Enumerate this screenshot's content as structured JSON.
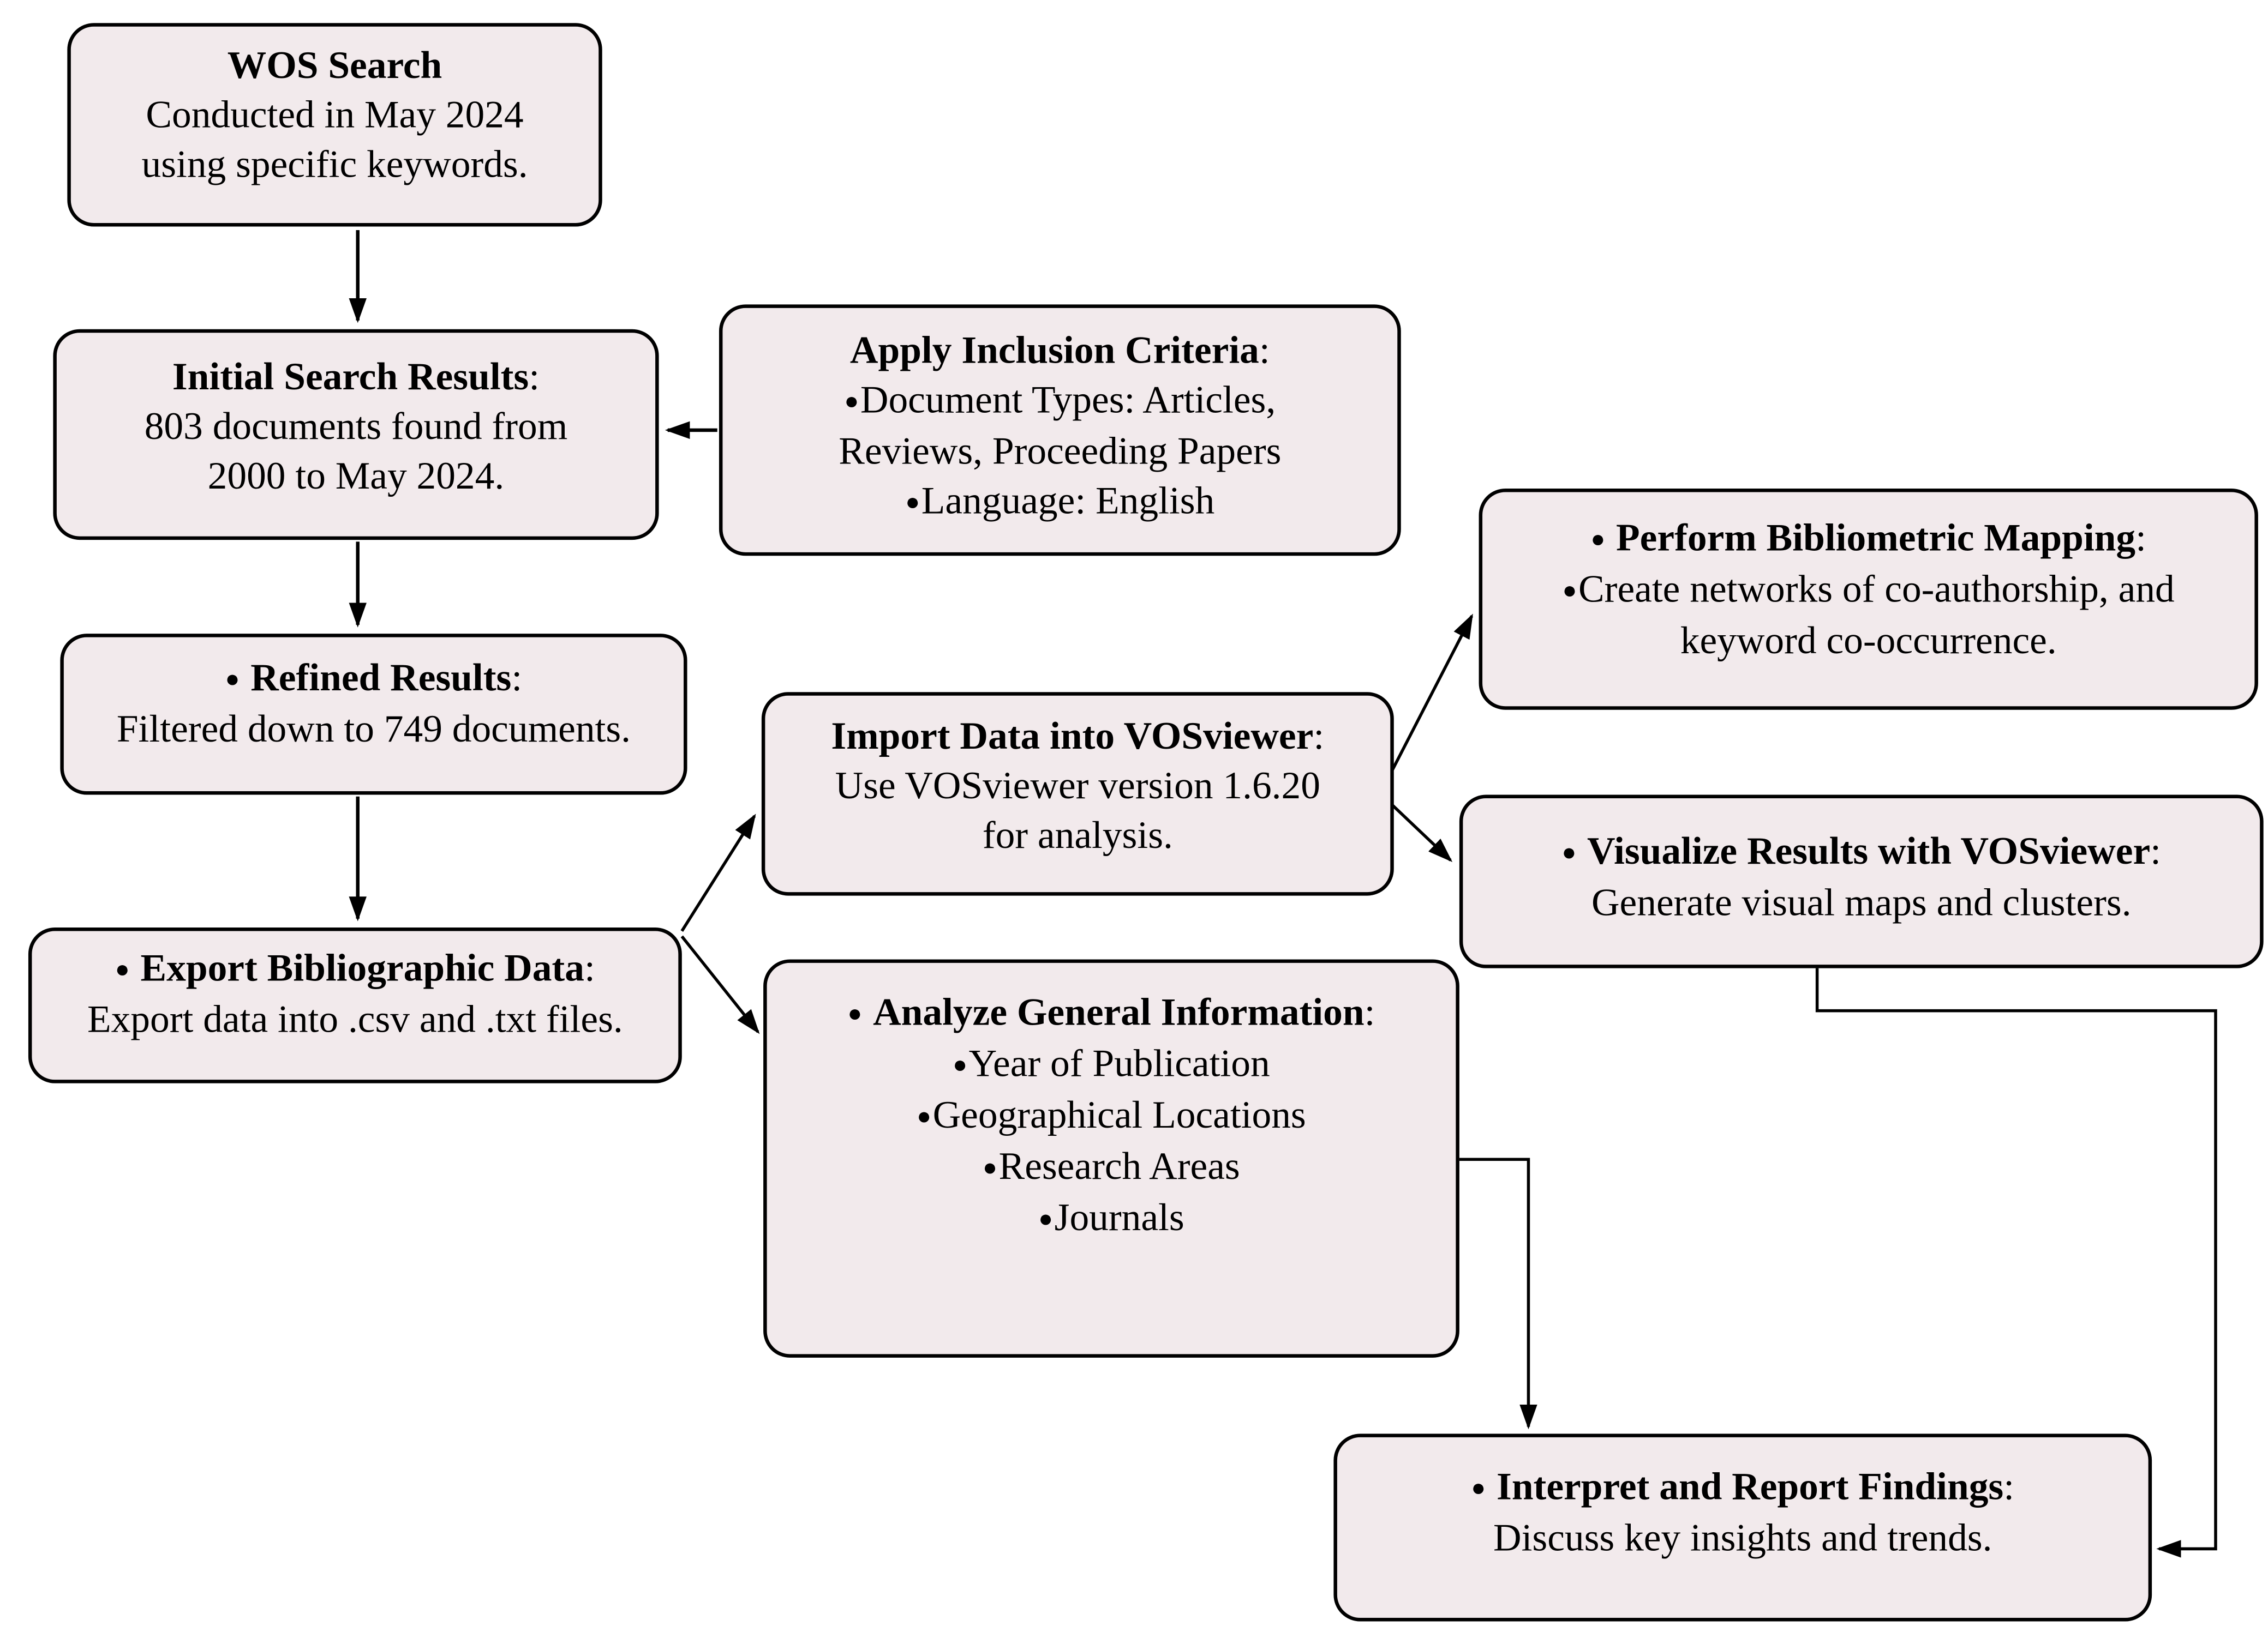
{
  "diagram": {
    "background_color": "#ffffff",
    "node_fill_color": "#f2eaec",
    "node_border_color": "#000000",
    "arrow_color": "#000000",
    "nodes": [
      {
        "id": "wos-search",
        "title_bullet": "",
        "title": "WOS Search",
        "colon": "",
        "lines": [
          {
            "bullet": "",
            "text": "Conducted in May 2024"
          },
          {
            "bullet": "",
            "text": "using specific keywords."
          }
        ]
      },
      {
        "id": "initial-results",
        "title_bullet": "",
        "title": "Initial Search Results",
        "colon": ":",
        "lines": [
          {
            "bullet": "",
            "text": "803 documents found from"
          },
          {
            "bullet": "",
            "text": "2000 to May 2024."
          }
        ]
      },
      {
        "id": "inclusion-criteria",
        "title_bullet": "",
        "title": "Apply Inclusion Criteria",
        "colon": ":",
        "lines": [
          {
            "bullet": "●",
            "text": "Document Types: Articles,"
          },
          {
            "bullet": "",
            "text": "Reviews, Proceeding Papers"
          },
          {
            "bullet": "●",
            "text": "Language: English"
          }
        ]
      },
      {
        "id": "refined-results",
        "title_bullet": "●",
        "title": "Refined Results",
        "colon": ":",
        "lines": [
          {
            "bullet": "",
            "text": "Filtered down to 749 documents."
          }
        ]
      },
      {
        "id": "export-data",
        "title_bullet": "●",
        "title": "Export Bibliographic Data",
        "colon": ":",
        "lines": [
          {
            "bullet": "",
            "text": "Export data into .csv and .txt files."
          }
        ]
      },
      {
        "id": "import-vosviewer",
        "title_bullet": "",
        "title": "Import Data into VOSviewer",
        "colon": ":",
        "lines": [
          {
            "bullet": "",
            "text": "Use VOSviewer version 1.6.20"
          },
          {
            "bullet": "",
            "text": "for analysis."
          }
        ]
      },
      {
        "id": "bibliometric-mapping",
        "title_bullet": "●",
        "title": "Perform Bibliometric Mapping",
        "colon": ":",
        "lines": [
          {
            "bullet": "●",
            "text": "Create networks of co-authorship, and"
          },
          {
            "bullet": "",
            "text": "keyword co-occurrence."
          }
        ]
      },
      {
        "id": "visualize-results",
        "title_bullet": "●",
        "title": "Visualize Results with VOSviewer",
        "colon": ":",
        "lines": [
          {
            "bullet": "",
            "text": "Generate visual maps and clusters."
          }
        ]
      },
      {
        "id": "analyze-info",
        "title_bullet": "●",
        "title": "Analyze General Information",
        "colon": ":",
        "lines": [
          {
            "bullet": "●",
            "text": "Year of Publication"
          },
          {
            "bullet": "●",
            "text": "Geographical Locations"
          },
          {
            "bullet": "●",
            "text": "Research Areas"
          },
          {
            "bullet": "●",
            "text": "Journals"
          }
        ]
      },
      {
        "id": "interpret-findings",
        "title_bullet": "●",
        "title": "Interpret and Report Findings",
        "colon": ":",
        "lines": [
          {
            "bullet": "",
            "text": "Discuss key insights and trends."
          }
        ]
      }
    ]
  }
}
